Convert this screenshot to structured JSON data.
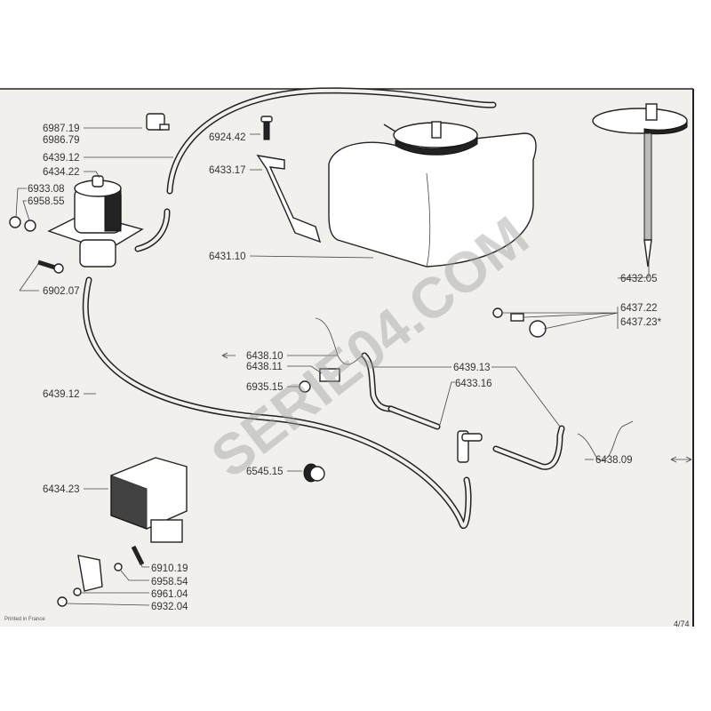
{
  "diagram": {
    "labels": {
      "p6987_19": "6987.19",
      "p6986_79": "6986.79",
      "p6439_12_top": "6439.12",
      "p6434_22": "6434.22",
      "p6933_08": "6933.08",
      "p6958_55": "6958.55",
      "p6902_07": "6902.07",
      "p6924_42": "6924.42",
      "p6433_17": "6433.17",
      "p6431_10": "6431.10",
      "p6432_05": "6432.05",
      "p6437_22": "6437.22",
      "p6437_23": "6437.23*",
      "p6438_10": "6438.10",
      "p6438_11": "6438.11",
      "p6935_15": "6935.15",
      "p6439_13": "6439.13",
      "p6433_16": "6433.16",
      "p6439_12_mid": "6439.12",
      "p6438_09": "6438.09",
      "p6545_15": "6545.15",
      "p6434_23": "6434.23",
      "p6910_19": "6910.19",
      "p6958_54": "6958.54",
      "p6961_04": "6961.04",
      "p6932_04": "6932.04"
    },
    "footer": {
      "printed": "Printed in France",
      "page": "4/74"
    },
    "watermark": "SERIE04.COM"
  }
}
